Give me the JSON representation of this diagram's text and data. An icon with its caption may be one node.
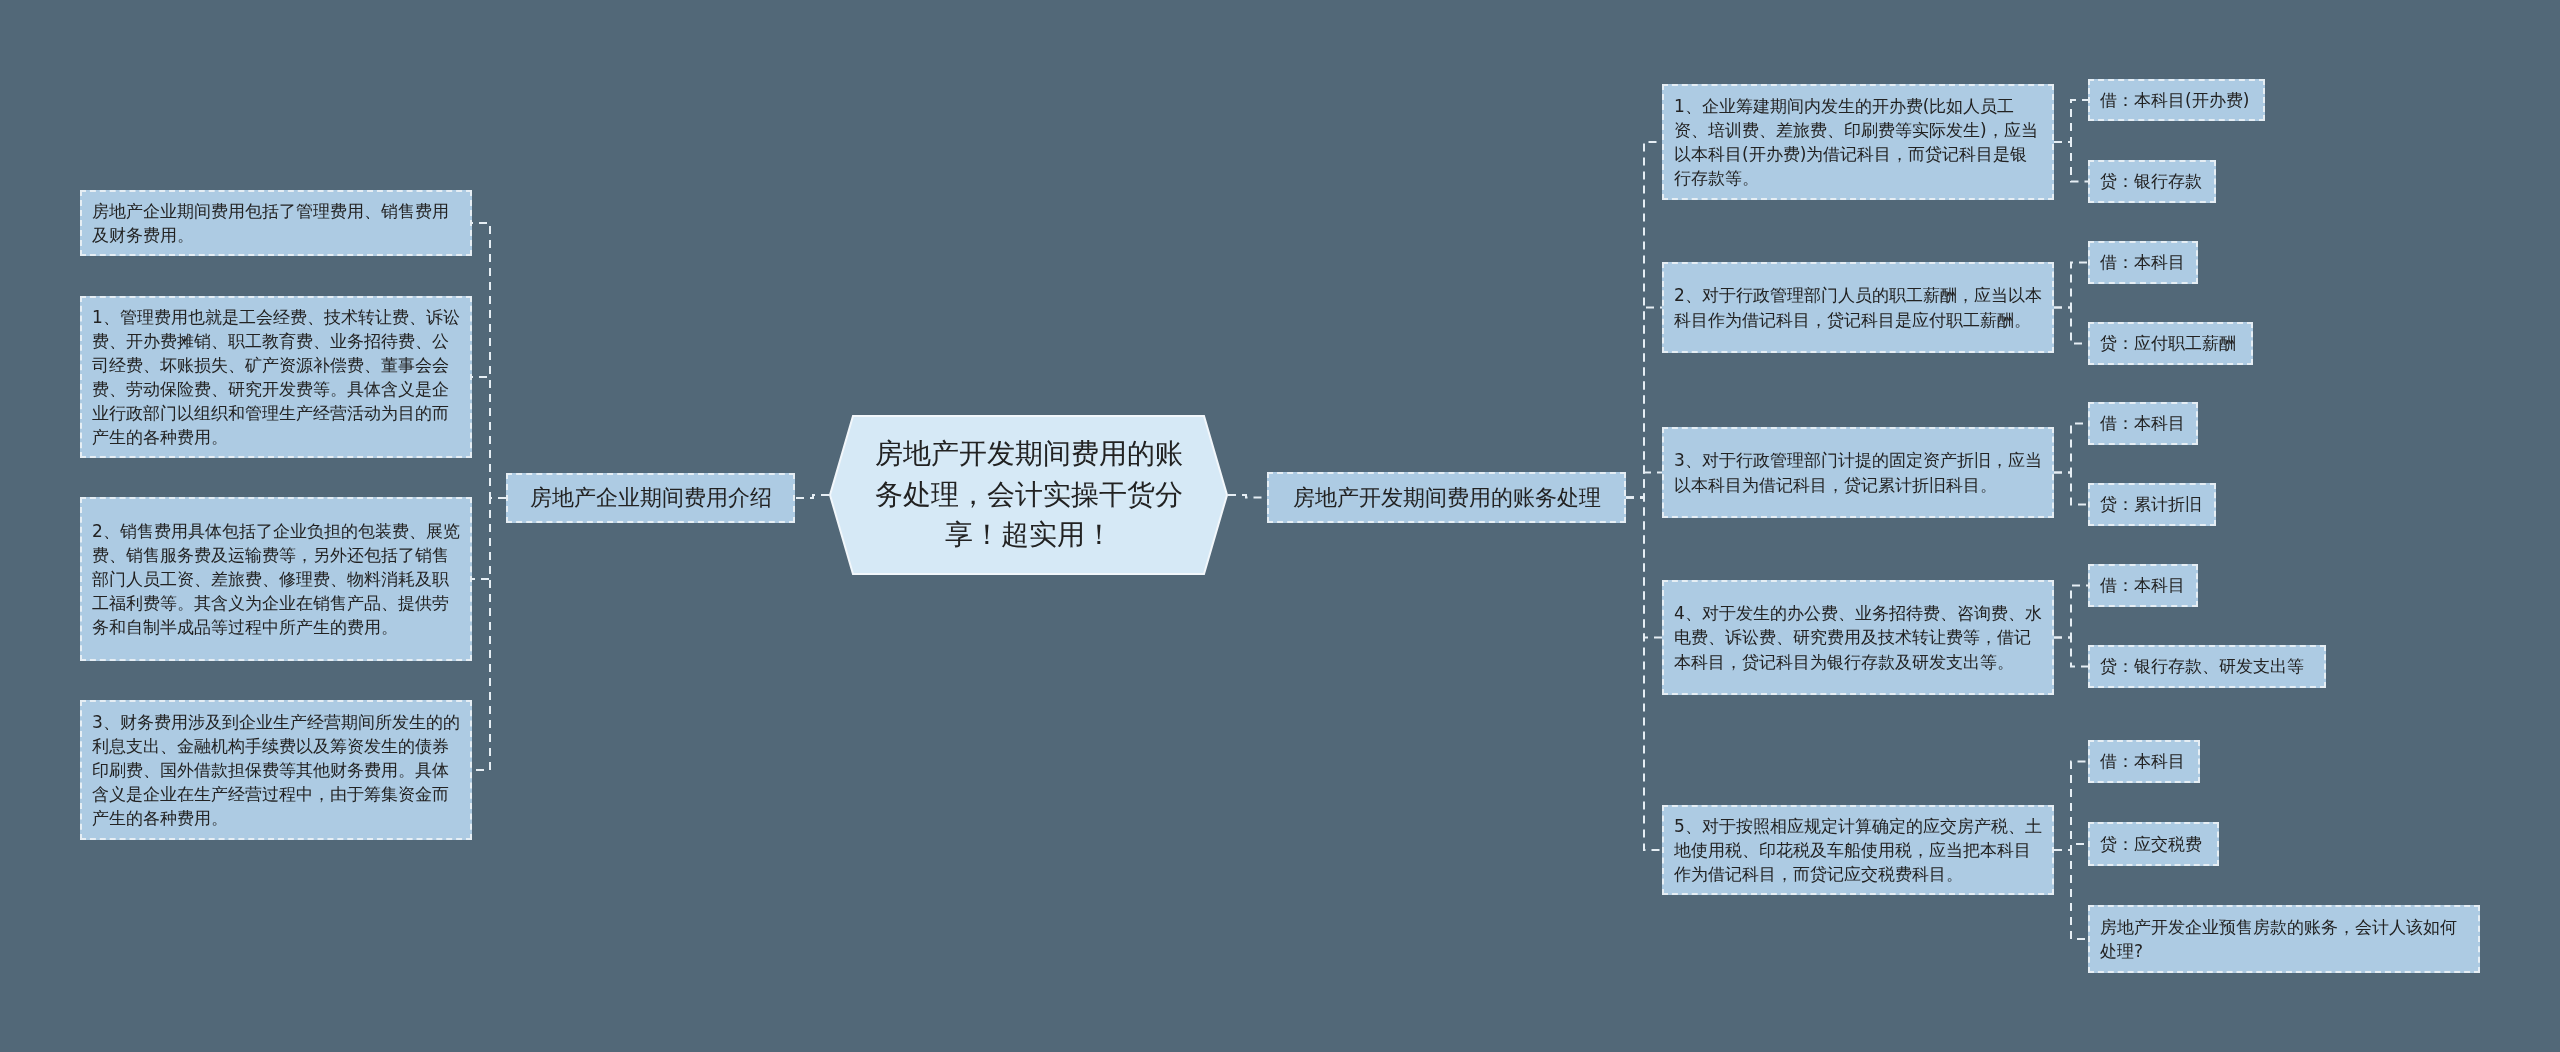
{
  "diagram": {
    "nodes": [
      {
        "text": [
          "房地产开发期间费用的账务处理，会计实操干货分享！超实用！"
        ]
      },
      {
        "text": [
          "房地产企业期间费用介绍"
        ]
      },
      {
        "text": [
          "房地产企业期间费用包括了管理费用、销售费用及财务费用。"
        ]
      },
      {
        "text": [
          "1、管理费用也就是工会经费、技术转让费、诉讼费、开办费摊销、职工教育费、业务招待费、公司经费、坏账损失、矿产资源补偿费、董事会会费、劳动保险费、研究开发费等。具体含义是企业行政部门以组织和管理生产经营活动为目的而产生的各种费用。"
        ]
      },
      {
        "text": [
          "2、销售费用具体包括了企业负担的包装费、展览费、销售服务费及运输费等，另外还包括了销售部门人员工资、差旅费、修理费、物料消耗及职工福利费等。其含义为企业在销售产品、提供劳务和自制半成品等过程中所产生的费用。"
        ]
      },
      {
        "text": [
          "3、财务费用涉及到企业生产经营期间所发生的的利息支出、金融机构手续费以及筹资发生的债券印刷费、国外借款担保费等其他财务费用。具体含义是企业在生产经营过程中，由于筹集资金而产生的各种费用。"
        ]
      },
      {
        "text": [
          "房地产开发期间费用的账务处理"
        ]
      },
      {
        "text": [
          "1、企业筹建期间内发生的开办费(比如人员工资、培训费、差旅费、印刷费等实际发生)，应当以本科目(开办费)为借记科目，而贷记科目是银行存款等。"
        ]
      },
      {
        "text": [
          "借：本科目(开办费)"
        ]
      },
      {
        "text": [
          "贷：银行存款"
        ]
      },
      {
        "text": [
          "2、对于行政管理部门人员的职工薪酬，应当以本科目作为借记科目，贷记科目是应付职工薪酬。"
        ]
      },
      {
        "text": [
          "借：本科目"
        ]
      },
      {
        "text": [
          "贷：应付职工薪酬"
        ]
      },
      {
        "text": [
          "3、对于行政管理部门计提的固定资产折旧，应当以本科目为借记科目，贷记累计折旧科目。"
        ]
      },
      {
        "text": [
          "借：本科目"
        ]
      },
      {
        "text": [
          "贷：累计折旧"
        ]
      },
      {
        "text": [
          "4、对于发生的办公费、业务招待费、咨询费、水电费、诉讼费、研究费用及技术转让费等，借记本科目，贷记科目为银行存款及研发支出等。"
        ]
      },
      {
        "text": [
          "借：本科目"
        ]
      },
      {
        "text": [
          "贷：银行存款、研发支出等"
        ]
      },
      {
        "text": [
          "5、对于按照相应规定计算确定的应交房产税、土地使用税、印花税及车船使用税，应当把本科目作为借记科目，而贷记应交税费科目。"
        ]
      },
      {
        "text": [
          "借：本科目"
        ]
      },
      {
        "text": [
          "贷：应交税费"
        ]
      },
      {
        "text": [
          "房地产开发企业预售房款的账务，会计人该如何处理?"
        ]
      }
    ],
    "edges": [
      {
        "from": 0,
        "to": 1,
        "arrow": "none",
        "style": "dashed"
      },
      {
        "from": 1,
        "to": 2,
        "arrow": "none",
        "style": "dashed"
      },
      {
        "from": 1,
        "to": 3,
        "arrow": "none",
        "style": "dashed"
      },
      {
        "from": 1,
        "to": 4,
        "arrow": "none",
        "style": "dashed"
      },
      {
        "from": 1,
        "to": 5,
        "arrow": "none",
        "style": "dashed"
      },
      {
        "from": 0,
        "to": 6,
        "arrow": "none",
        "style": "dashed"
      },
      {
        "from": 6,
        "to": 7,
        "arrow": "none",
        "style": "dashed"
      },
      {
        "from": 6,
        "to": 10,
        "arrow": "none",
        "style": "dashed"
      },
      {
        "from": 6,
        "to": 13,
        "arrow": "none",
        "style": "dashed"
      },
      {
        "from": 6,
        "to": 16,
        "arrow": "none",
        "style": "dashed"
      },
      {
        "from": 6,
        "to": 19,
        "arrow": "none",
        "style": "dashed"
      },
      {
        "from": 7,
        "to": 8,
        "arrow": "none",
        "style": "dashed"
      },
      {
        "from": 7,
        "to": 9,
        "arrow": "none",
        "style": "dashed"
      },
      {
        "from": 10,
        "to": 11,
        "arrow": "none",
        "style": "dashed"
      },
      {
        "from": 10,
        "to": 12,
        "arrow": "none",
        "style": "dashed"
      },
      {
        "from": 13,
        "to": 14,
        "arrow": "none",
        "style": "dashed"
      },
      {
        "from": 13,
        "to": 15,
        "arrow": "none",
        "style": "dashed"
      },
      {
        "from": 16,
        "to": 17,
        "arrow": "none",
        "style": "dashed"
      },
      {
        "from": 16,
        "to": 18,
        "arrow": "none",
        "style": "dashed"
      },
      {
        "from": 19,
        "to": 20,
        "arrow": "none",
        "style": "dashed"
      },
      {
        "from": 19,
        "to": 21,
        "arrow": "none",
        "style": "dashed"
      },
      {
        "from": 19,
        "to": 22,
        "arrow": "none",
        "style": "dashed"
      }
    ]
  }
}
